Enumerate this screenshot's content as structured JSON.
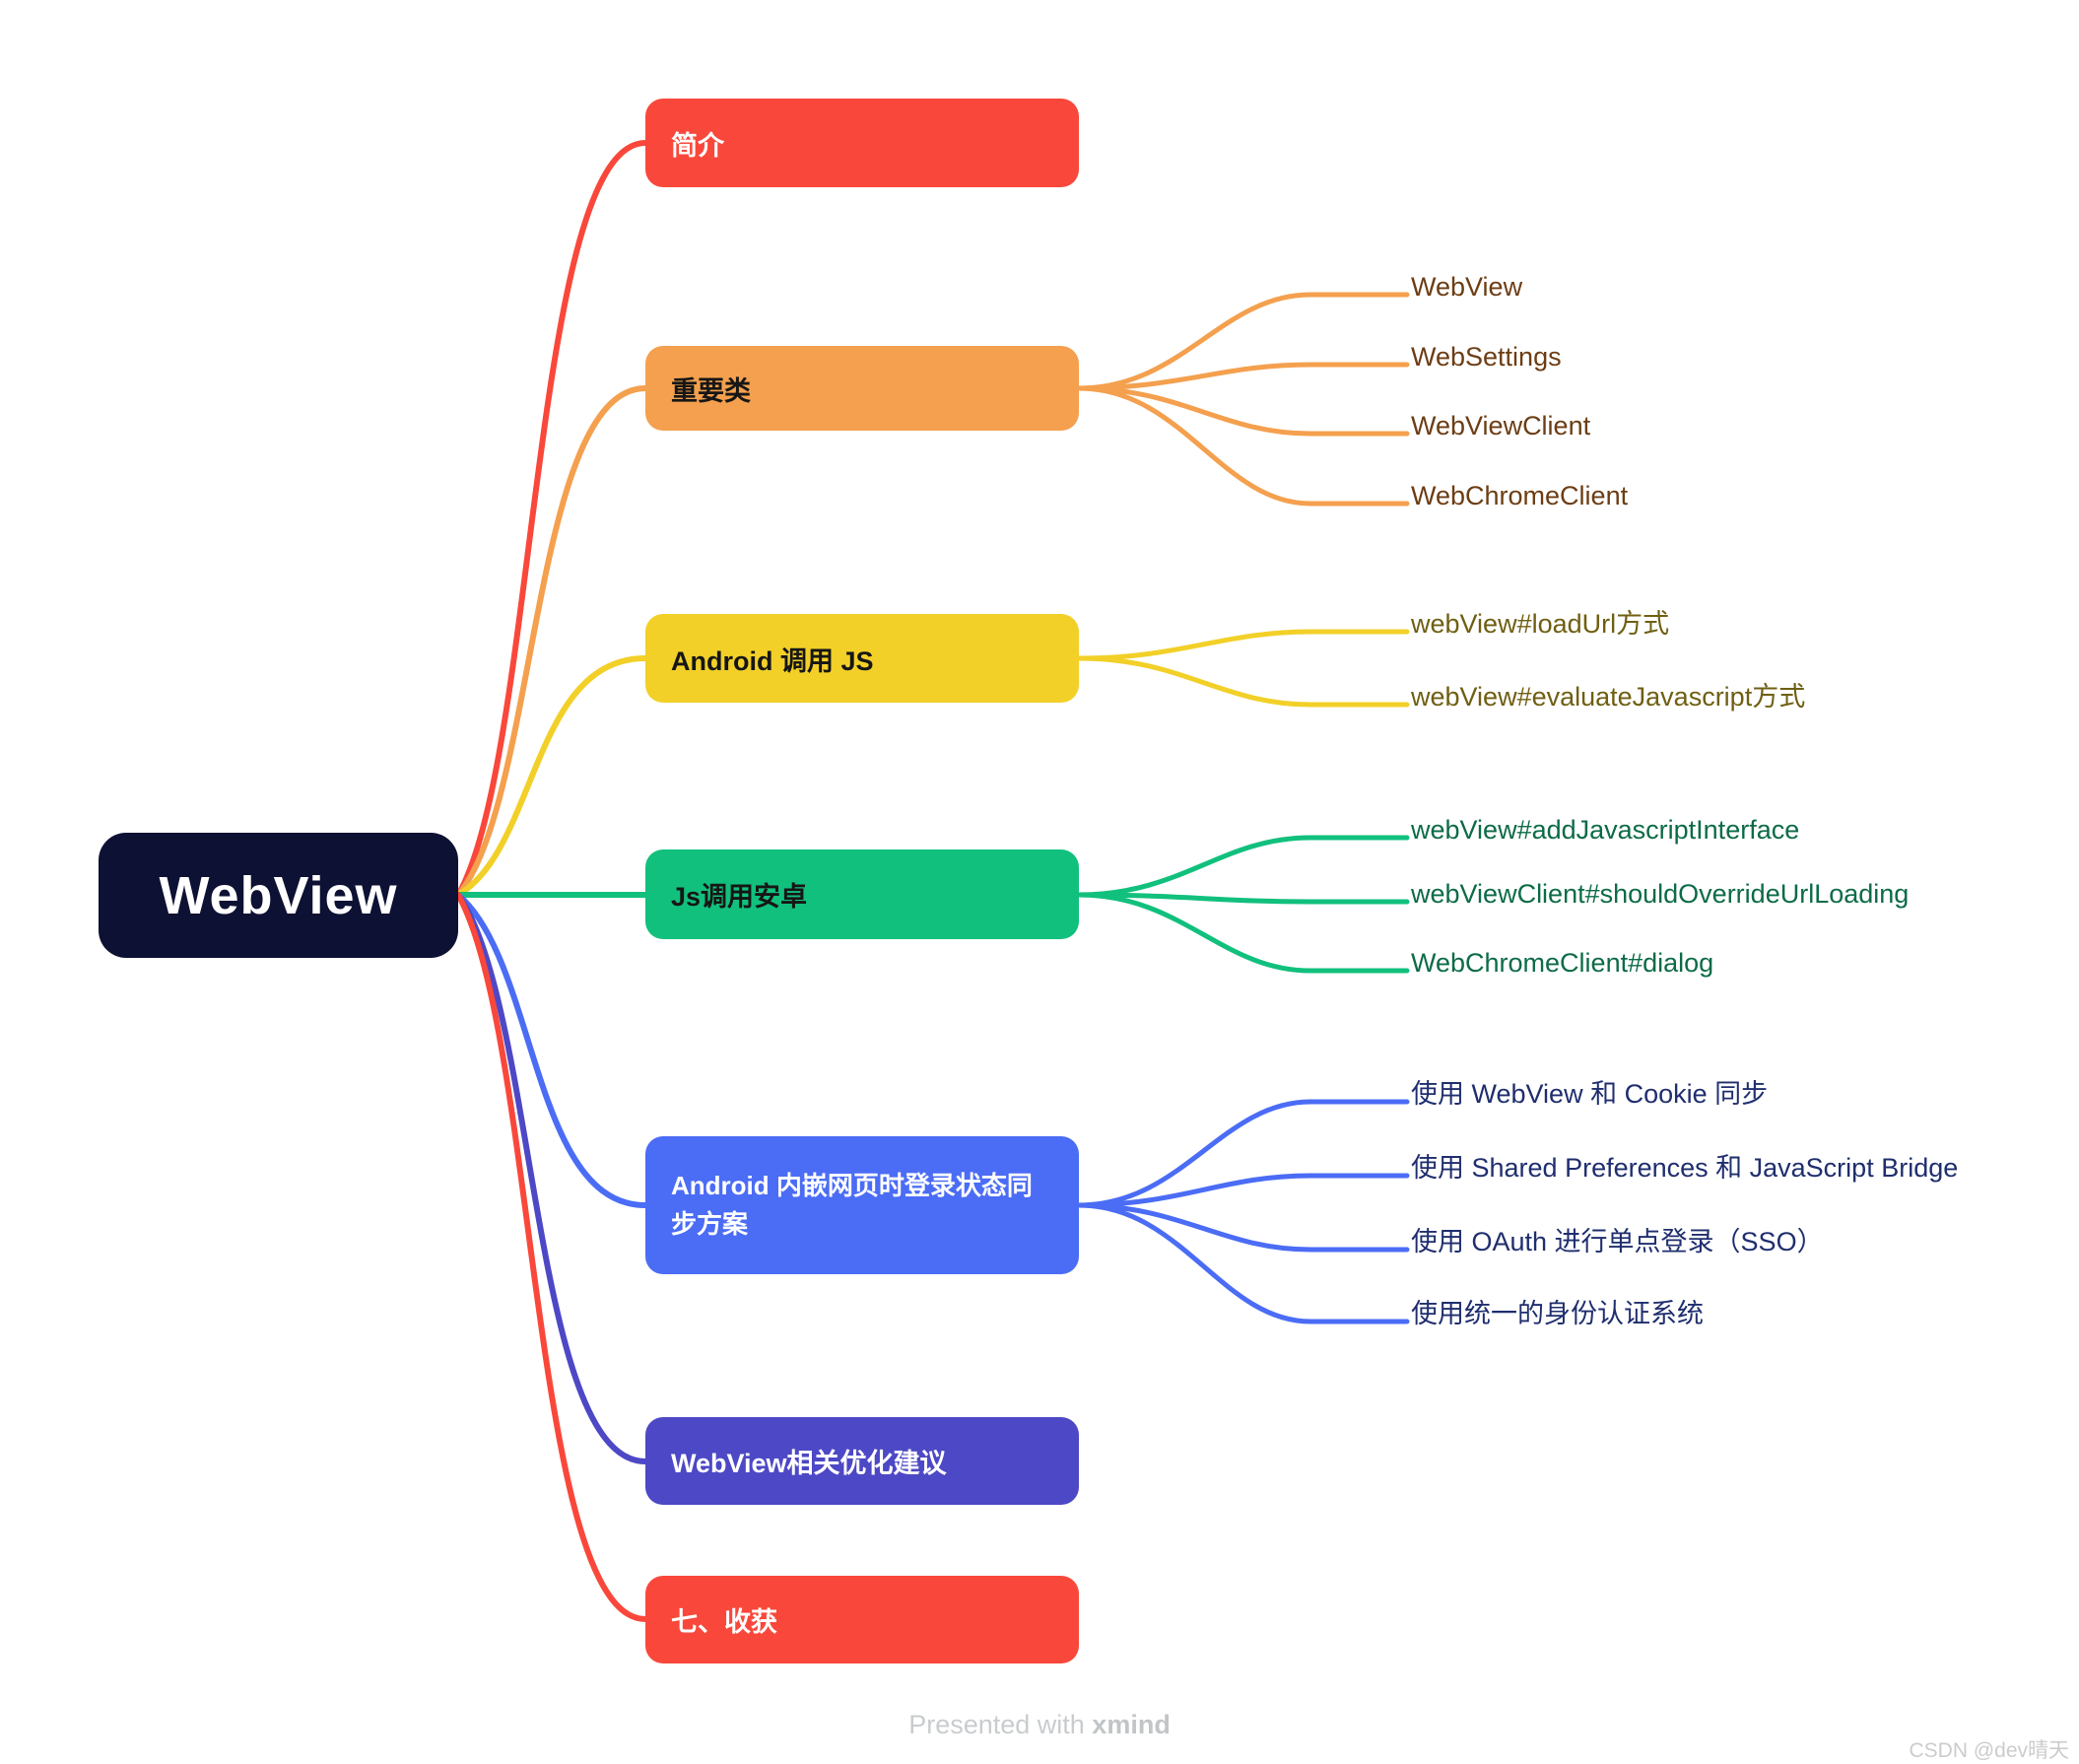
{
  "root": {
    "label": "WebView",
    "bg": "#0D1133",
    "fg": "#FFFFFF"
  },
  "branches": [
    {
      "label": "简介",
      "bg": "#F9483B",
      "fg": "#FFFFFF",
      "children": []
    },
    {
      "label": "重要类",
      "bg": "#F4A04E",
      "fg": "#161616",
      "child_color": "#6C3D14",
      "children": [
        "WebView",
        "WebSettings",
        "WebViewClient",
        "WebChromeClient"
      ]
    },
    {
      "label": "Android 调用 JS",
      "bg": "#F2D028",
      "fg": "#161616",
      "child_color": "#6F5F12",
      "children": [
        "webView#loadUrl方式",
        "webView#evaluateJavascript方式"
      ]
    },
    {
      "label": "Js调用安卓",
      "bg": "#11C07D",
      "fg": "#161616",
      "child_color": "#0D6B47",
      "children": [
        "webView#addJavascriptInterface",
        "webViewClient#shouldOverrideUrlLoading",
        "WebChromeClient#dialog"
      ]
    },
    {
      "label": "Android 内嵌网页时登录状态同步方案",
      "bg": "#4B6CF5",
      "fg": "#FFFFFF",
      "child_color": "#1F2E6E",
      "children": [
        "使用 WebView 和 Cookie 同步",
        "使用 Shared Preferences 和 JavaScript Bridge",
        "使用 OAuth 进行单点登录（SSO）",
        "使用统一的身份认证系统"
      ]
    },
    {
      "label": "WebView相关优化建议",
      "bg": "#4D48C5",
      "fg": "#FFFFFF",
      "children": []
    },
    {
      "label": "七、收获",
      "bg": "#F9483B",
      "fg": "#FFFFFF",
      "children": []
    }
  ],
  "footer": {
    "prefix": "Presented with ",
    "brand": "xmind"
  },
  "watermark": "CSDN @dev晴天"
}
